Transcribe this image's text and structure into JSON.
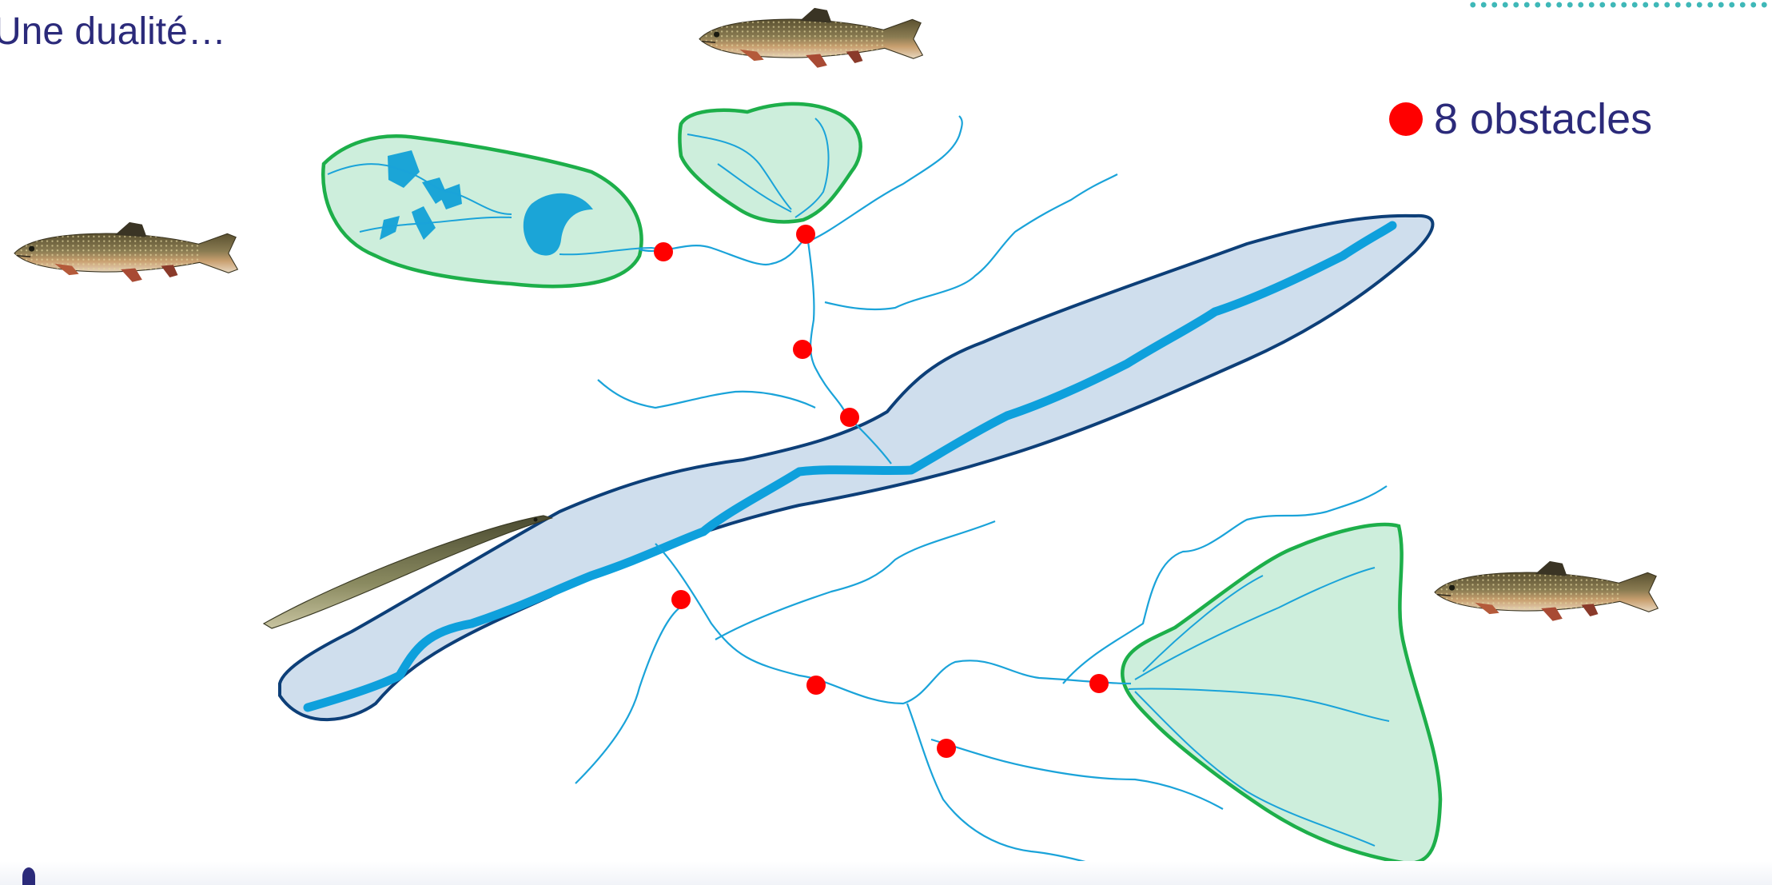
{
  "slide": {
    "title": "Une dualité…"
  },
  "legend": {
    "label": "8 obstacles",
    "marker_color": "#ff0000"
  },
  "diagram": {
    "obstacle_count": 8,
    "colors": {
      "stream": "#1aa3d9",
      "main_channel": "#0ea0dc",
      "main_corridor_fill": "#cfdeed",
      "main_corridor_stroke": "#0d3f78",
      "headwater_fill": "#cdeedc",
      "headwater_stroke": "#1daf4a",
      "obstacle": "#ff0000"
    },
    "icons": [
      "trout-icon",
      "eel-icon"
    ]
  }
}
